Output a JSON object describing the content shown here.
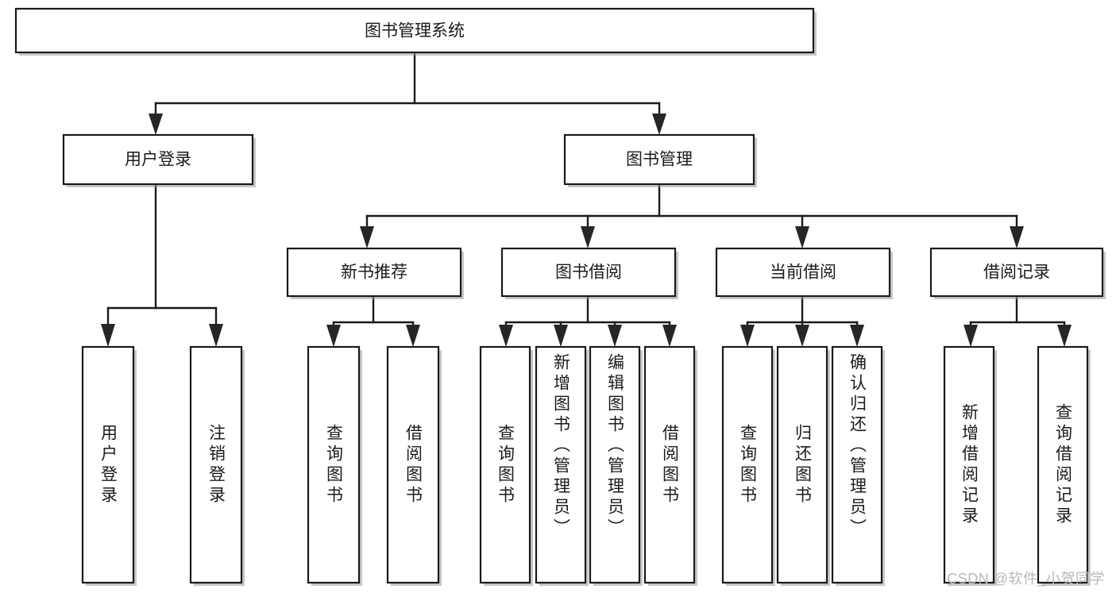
{
  "diagram": {
    "title": "图书管理系统",
    "type": "tree",
    "root": {
      "id": "root",
      "label": "图书管理系统"
    },
    "level2": [
      {
        "id": "user-login",
        "label": "用户登录"
      },
      {
        "id": "book-manage",
        "label": "图书管理"
      }
    ],
    "level3": [
      {
        "id": "new-book-recommend",
        "label": "新书推荐",
        "parent": "book-manage"
      },
      {
        "id": "book-borrow",
        "label": "图书借阅",
        "parent": "book-manage"
      },
      {
        "id": "current-borrow",
        "label": "当前借阅",
        "parent": "book-manage"
      },
      {
        "id": "borrow-record",
        "label": "借阅记录",
        "parent": "book-manage"
      }
    ],
    "leaves": [
      {
        "id": "leaf-user-login",
        "label": "用户登录",
        "parent": "user-login"
      },
      {
        "id": "leaf-logout-login",
        "label": "注销登录",
        "parent": "user-login"
      },
      {
        "id": "leaf-query-book-1",
        "label": "查询图书",
        "parent": "new-book-recommend"
      },
      {
        "id": "leaf-borrow-book-1",
        "label": "借阅图书",
        "parent": "new-book-recommend"
      },
      {
        "id": "leaf-query-book-2",
        "label": "查询图书",
        "parent": "book-borrow"
      },
      {
        "id": "leaf-add-book",
        "label": "新增图书（管理员）",
        "parent": "book-borrow"
      },
      {
        "id": "leaf-edit-book",
        "label": "编辑图书（管理员）",
        "parent": "book-borrow"
      },
      {
        "id": "leaf-borrow-book-2",
        "label": "借阅图书",
        "parent": "book-borrow"
      },
      {
        "id": "leaf-query-book-3",
        "label": "查询图书",
        "parent": "current-borrow"
      },
      {
        "id": "leaf-return-book",
        "label": "归还图书",
        "parent": "current-borrow"
      },
      {
        "id": "leaf-confirm-return",
        "label": "确认归还（管理员）",
        "parent": "current-borrow"
      },
      {
        "id": "leaf-add-record",
        "label": "新增借阅记录",
        "parent": "borrow-record"
      },
      {
        "id": "leaf-query-record",
        "label": "查询借阅记录",
        "parent": "borrow-record"
      }
    ],
    "colors": {
      "node_fill": "#ffffff",
      "node_stroke": "#1a1a1a",
      "text": "#1b1b1b",
      "shadow": "#9a9a9a",
      "watermark": "#b8b8b8"
    }
  },
  "watermark": {
    "text": "CSDN @软件_小贺同学"
  }
}
